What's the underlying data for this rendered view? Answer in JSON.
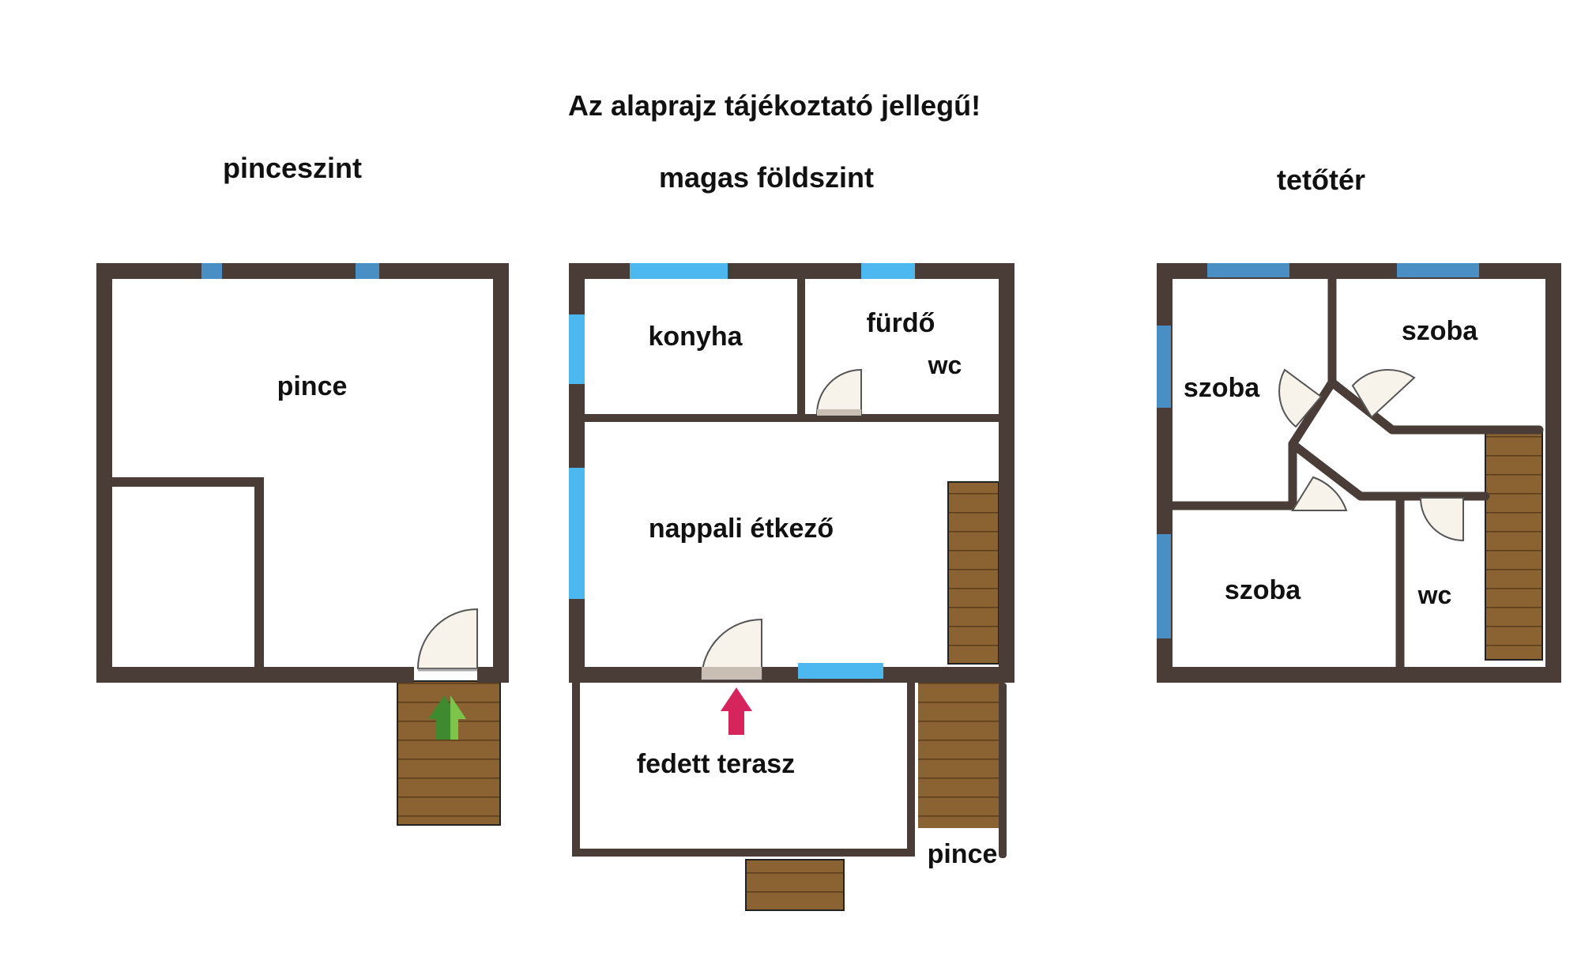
{
  "disclaimer": "Az alaprajz tájékoztató jellegű!",
  "floors": {
    "basement": {
      "title": "pinceszint",
      "rooms": {
        "pince": "pince"
      }
    },
    "ground": {
      "title": "magas földszint",
      "rooms": {
        "kitchen": "konyha",
        "bathroom": "fürdő",
        "bathroom_wc": "wc",
        "living": "nappali étkező",
        "terrace": "fedett terasz",
        "cellar_access": "pince"
      }
    },
    "attic": {
      "title": "tetőtér",
      "rooms": {
        "room1": "szoba",
        "room2": "szoba",
        "room3": "szoba",
        "wc": "wc"
      }
    }
  },
  "colors": {
    "wall": "#4a3c36",
    "window": "#4db8f0",
    "window_attic": "#4a8fc4",
    "stairs": "#8b6332",
    "stair_line": "#5a3d1c",
    "door_fill": "#f7f2ea",
    "entry_arrow": "#d6245c",
    "basement_arrow": "#3f8a2e"
  },
  "icons": {
    "entry": "up-arrow-icon",
    "basement_entry": "up-arrow-icon",
    "door": "door-swing-icon",
    "window": "window-icon",
    "stairs": "stairs-icon"
  }
}
